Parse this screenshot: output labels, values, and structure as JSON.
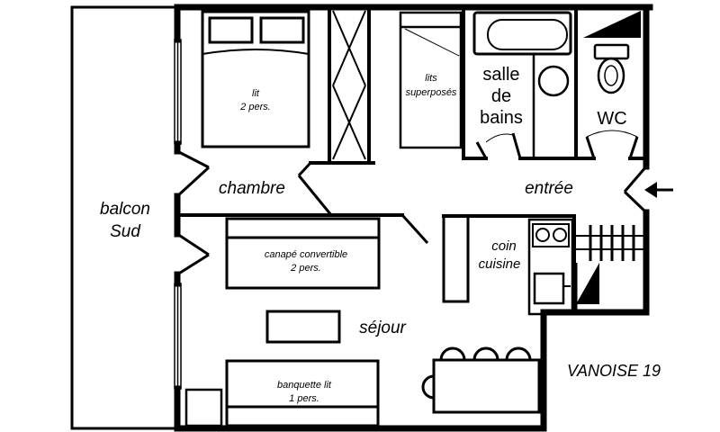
{
  "rooms": {
    "balcony_line1": "balcon",
    "balcony_line2": "Sud",
    "bedroom": "chambre",
    "entrance": "entrée",
    "living": "séjour",
    "kitchen_line1": "coin",
    "kitchen_line2": "cuisine",
    "bathroom_line1": "salle",
    "bathroom_line2": "de",
    "bathroom_line3": "bains",
    "wc": "WC"
  },
  "furniture": {
    "double_bed_line1": "lit",
    "double_bed_line2": "2 pers.",
    "bunk_beds_line1": "lits",
    "bunk_beds_line2": "superposés",
    "sofa_bed_line1": "canapé convertible",
    "sofa_bed_line2": "2 pers.",
    "single_bed_line1": "banquette lit",
    "single_bed_line2": "1 pers."
  },
  "apartment_name": "VANOISE 19",
  "colors": {
    "wall": "#000000",
    "background": "#ffffff"
  },
  "icons": {
    "entry_arrow": "arrow-left-icon"
  }
}
